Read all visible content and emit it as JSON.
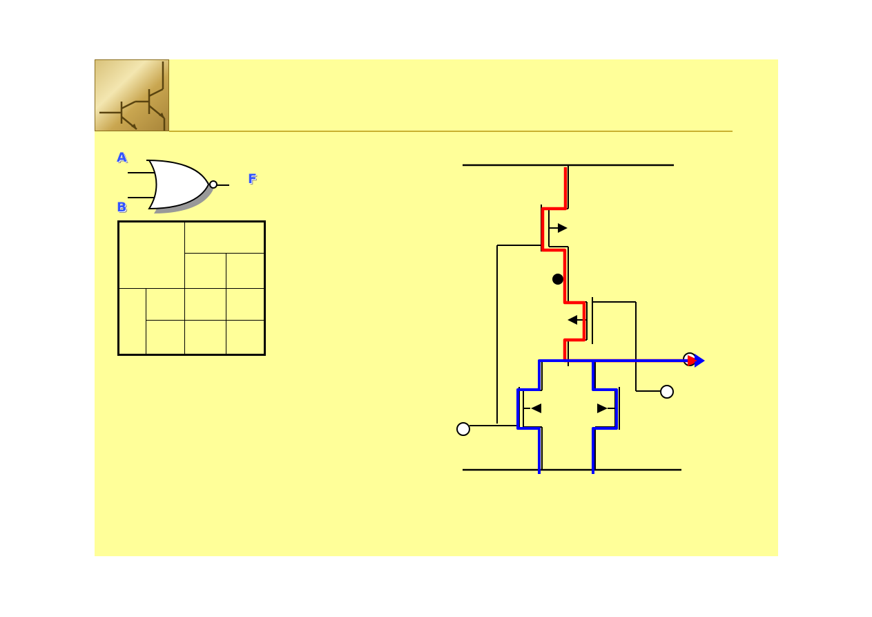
{
  "gate": {
    "input_a_label": "A",
    "input_b_label": "B",
    "output_label": "F"
  },
  "colors": {
    "slide_background": "#ffff99",
    "pmos_current_path": "#ff0000",
    "nmos_current_path": "#0000ff",
    "gate_label": "#3355ff",
    "title_rule": "#c8b030"
  }
}
